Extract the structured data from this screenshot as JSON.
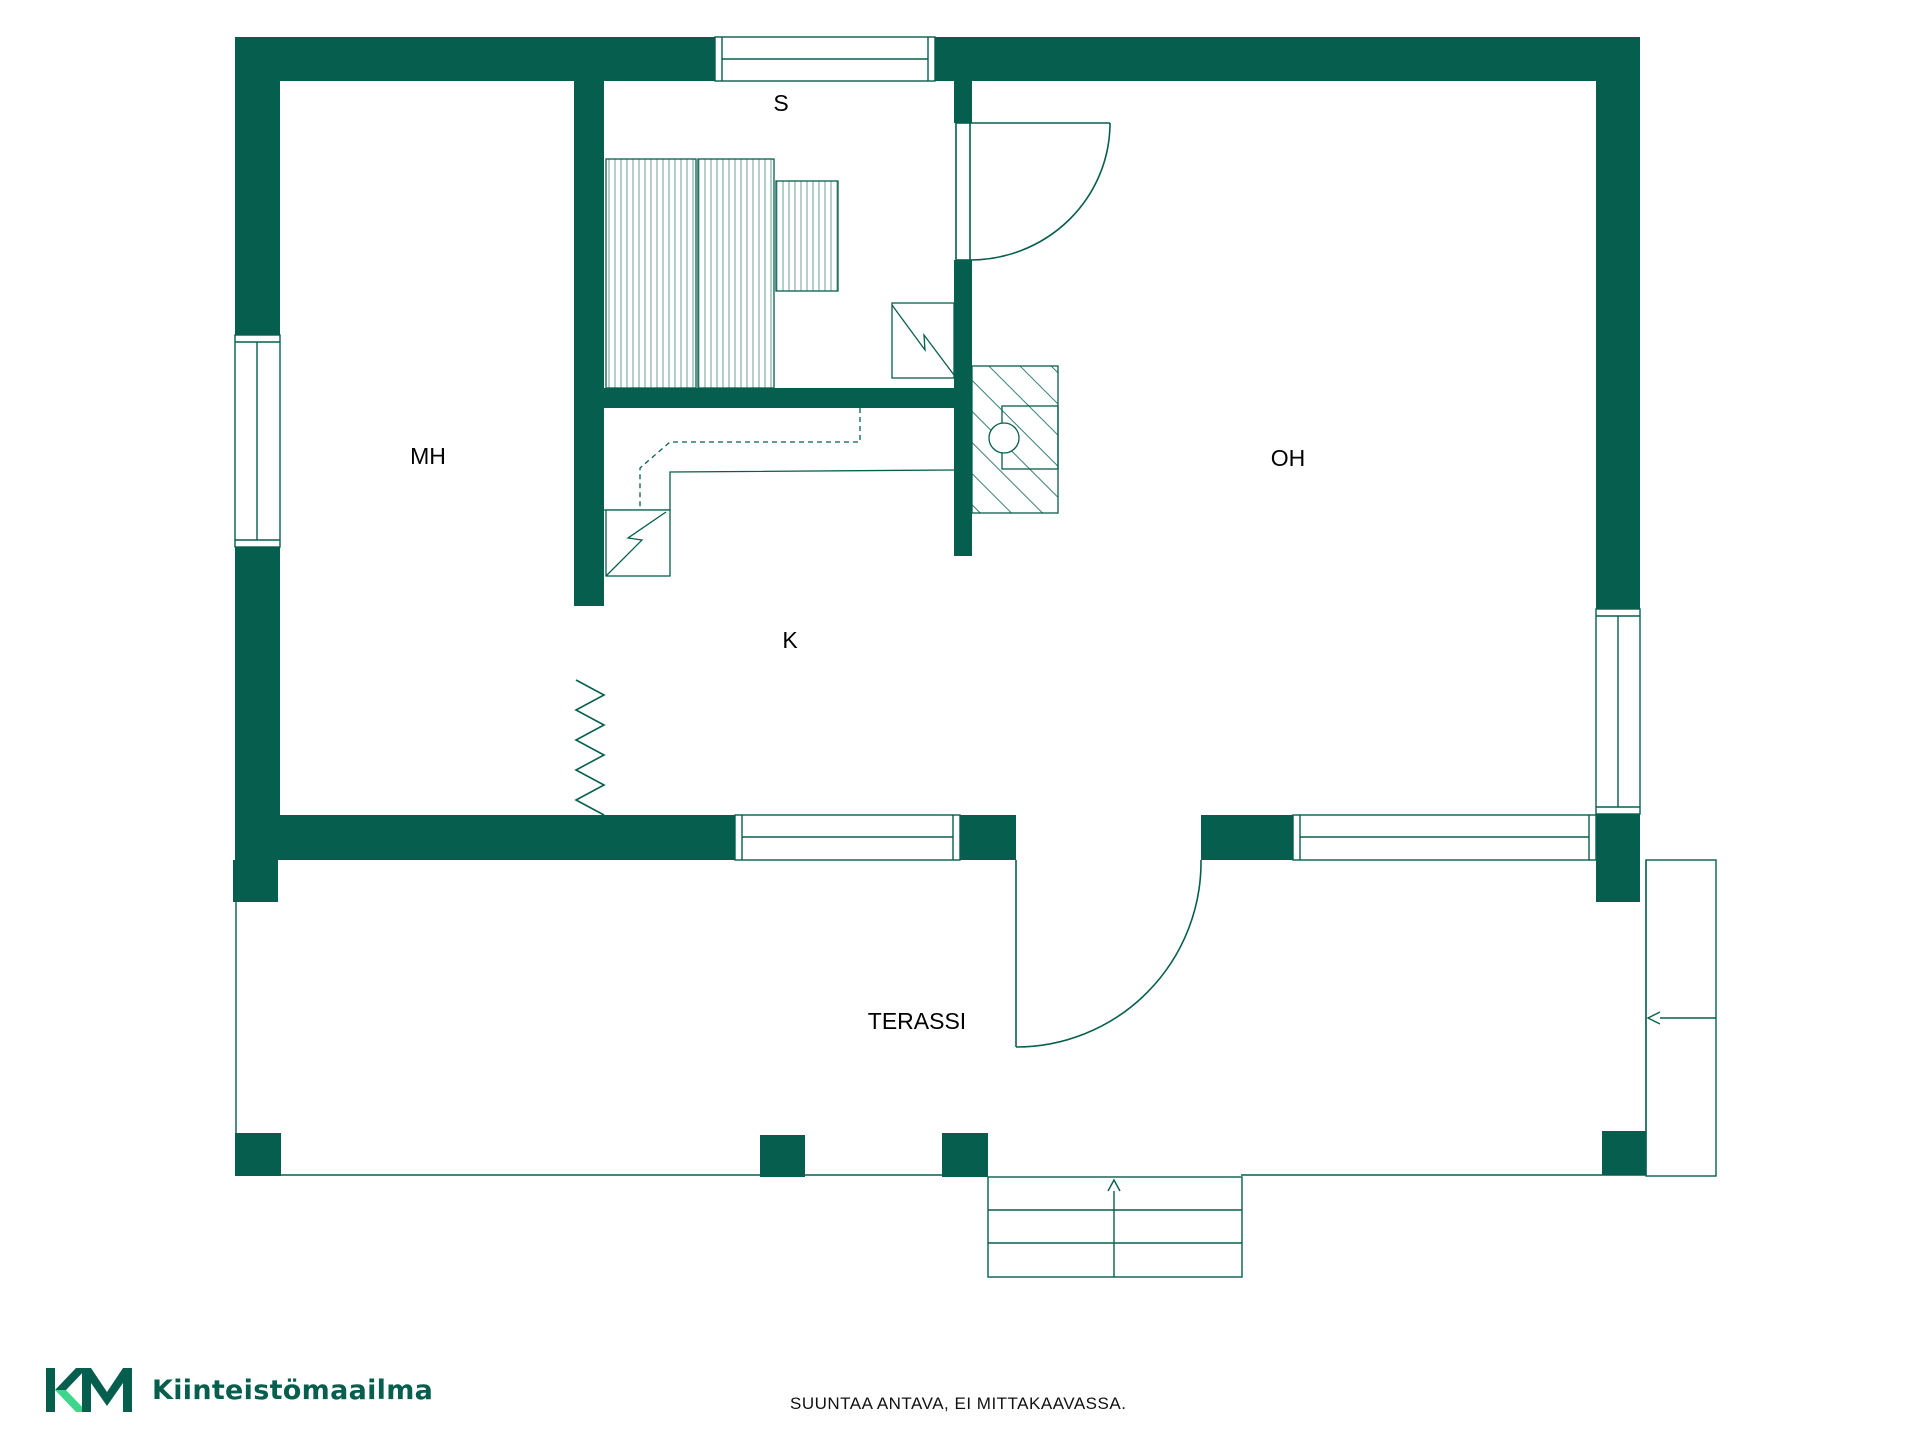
{
  "rooms": {
    "mh": "MH",
    "s": "S",
    "oh": "OH",
    "k": "K",
    "terassi": "TERASSI"
  },
  "footer": {
    "disclaimer": "SUUNTAA ANTAVA, EI MITTAKAAVASSA."
  },
  "brand": {
    "logo_letters": "KM",
    "name": "Kiinteistömaailma"
  },
  "colors": {
    "wall": "#065f4e",
    "line": "#065f4e",
    "logo_accent": "#3ed68c"
  },
  "icons": {
    "logo": "km-logo-icon"
  }
}
